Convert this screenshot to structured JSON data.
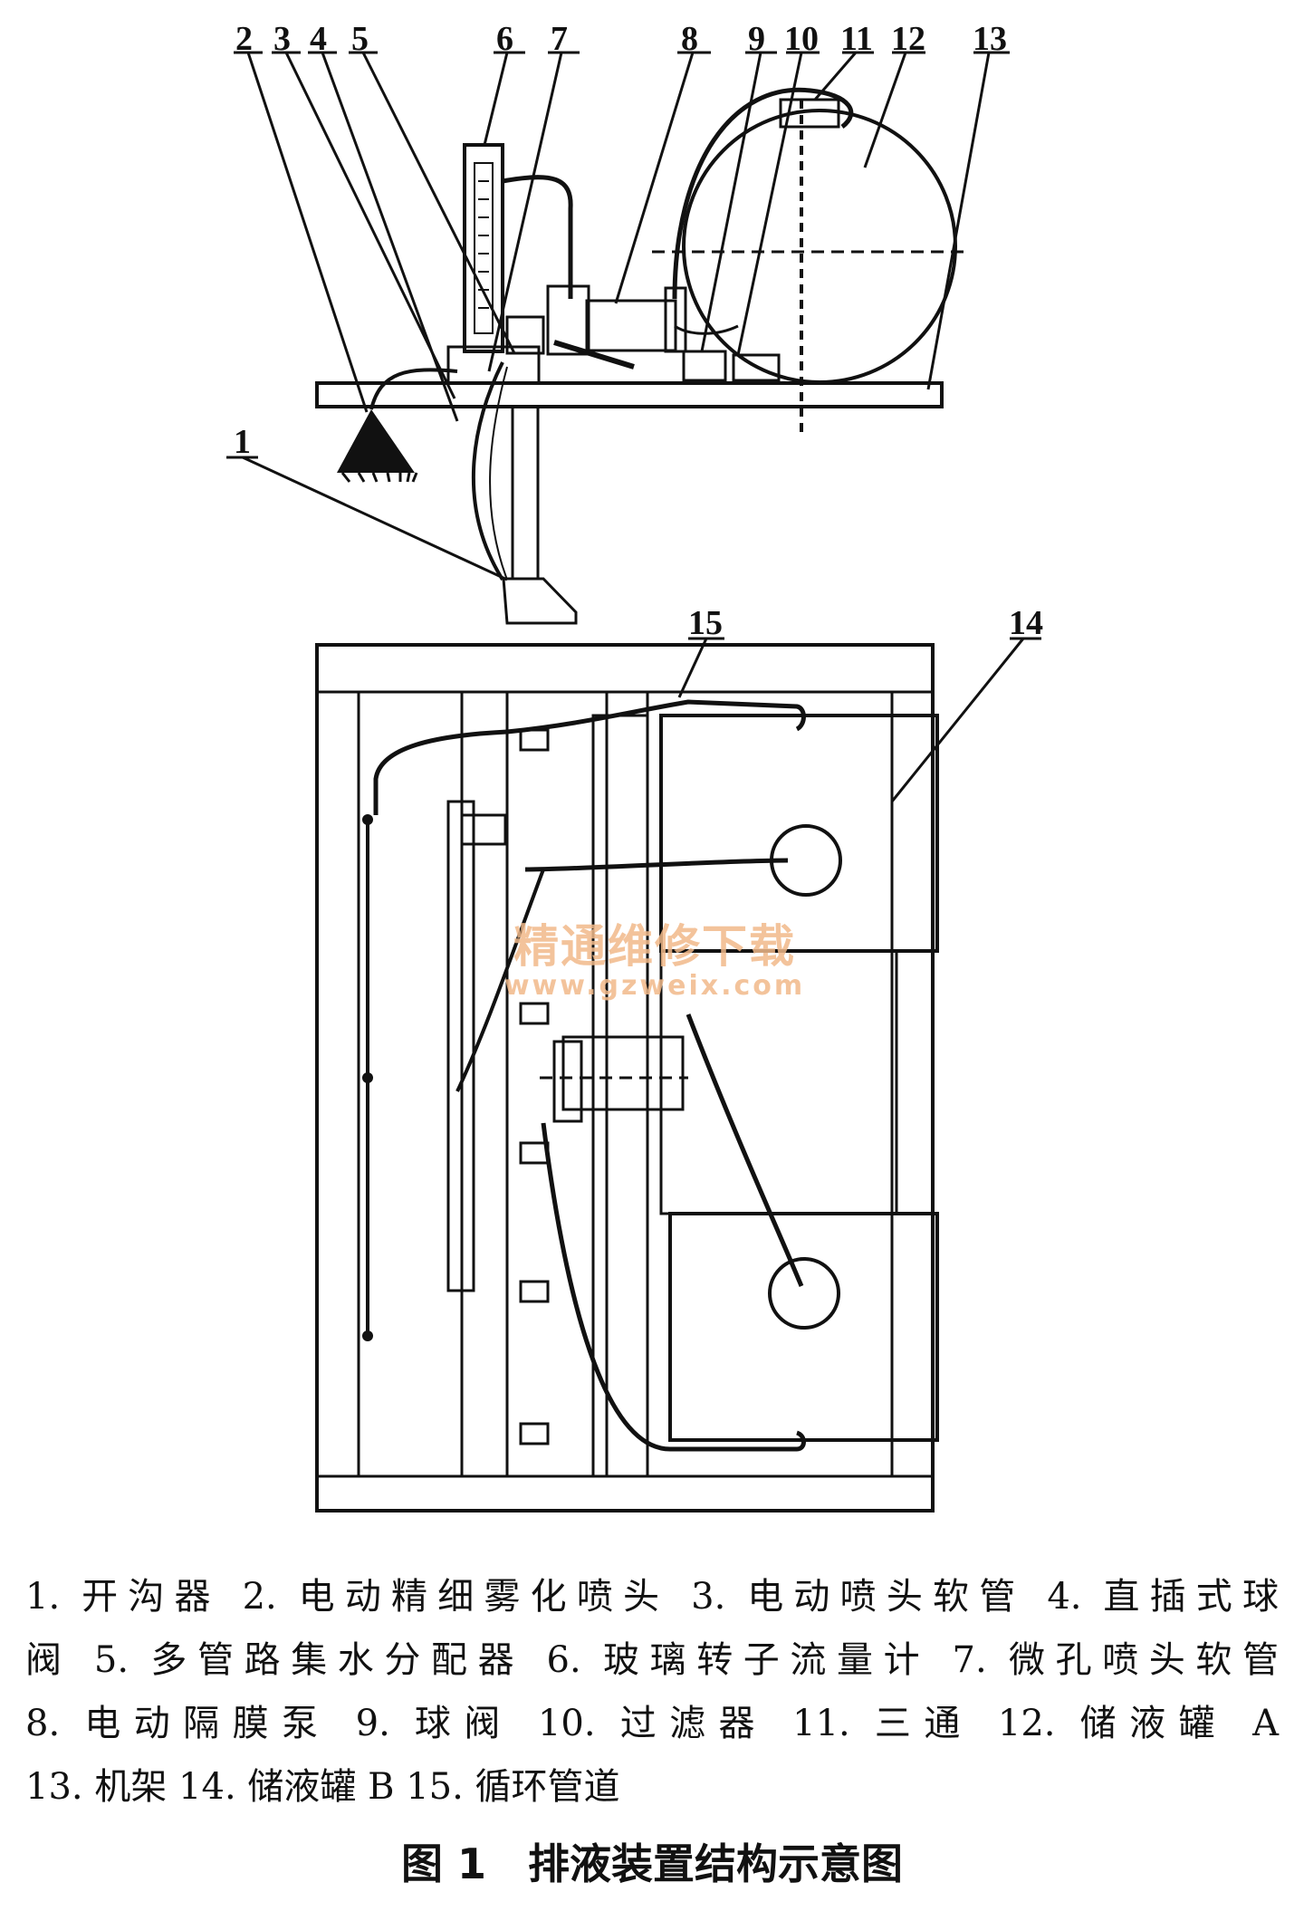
{
  "figure": {
    "callouts": [
      "1",
      "2",
      "3",
      "4",
      "5",
      "6",
      "7",
      "8",
      "9",
      "10",
      "11",
      "12",
      "13",
      "14",
      "15"
    ]
  },
  "caption": {
    "lines": [
      "1. 开沟器 2. 电动精细雾化喷头 3. 电动喷头软管 4. 直插式球",
      "阀 5. 多管路集水分配器 6. 玻璃转子流量计 7. 微孔喷头软管",
      "8. 电动隔膜泵 9. 球阀 10. 过滤器 11. 三通 12. 储液罐 A",
      "13. 机架 14. 储液罐 B 15. 循环管道"
    ]
  },
  "title": "图 1　排液装置结构示意图",
  "watermark": {
    "line1": "精通维修下载",
    "line2": "www.gzweix.com"
  }
}
